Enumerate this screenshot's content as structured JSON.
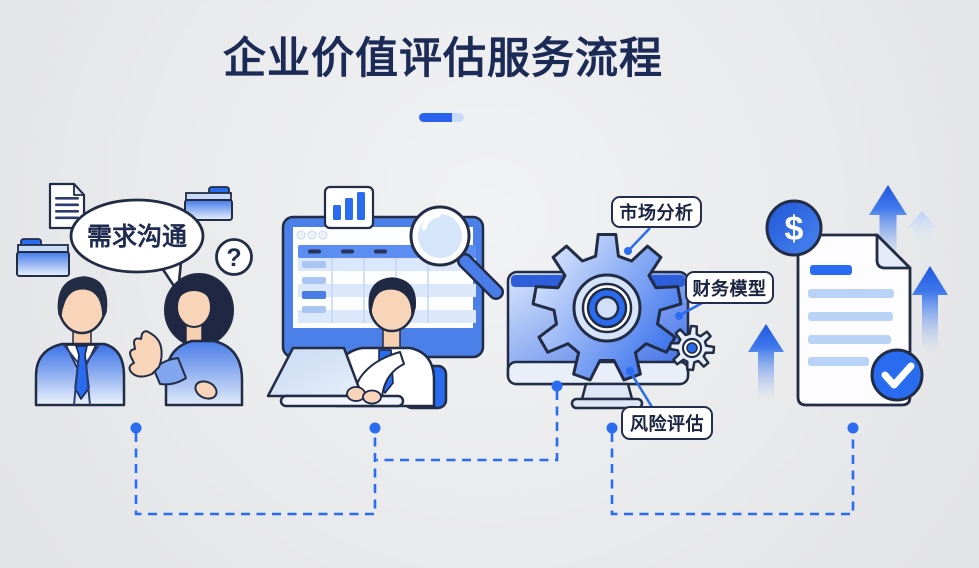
{
  "title": {
    "text": "企业价值评估服务流程"
  },
  "steps": {
    "communication": {
      "bubble_label": "需求沟通",
      "question_mark": "?"
    },
    "analysis": {},
    "modeling": {
      "callout_market": "市场分析",
      "callout_finance": "财务模型",
      "callout_risk": "风险评估"
    },
    "report": {
      "currency_symbol": "$"
    }
  },
  "icons": {
    "speech-bubble-icon": "ellipse-with-tail",
    "question-mark-icon": "?",
    "document-icon": "page-with-folded-corner",
    "folder-icon": "folder",
    "bar-chart-icon": "three-rising-bars",
    "magnifier-icon": "magnifying-glass",
    "gear-icon": "cogwheel",
    "dollar-badge-icon": "$",
    "check-badge-icon": "checkmark",
    "growth-arrow-icon": "up-arrow"
  },
  "colors": {
    "background": "#e9eaec",
    "title_navy": "#1c2a56",
    "outline_navy": "#222c44",
    "accent_blue": "#2a6cf0",
    "medium_blue": "#4a7de8",
    "light_blue": "#cfe0f8",
    "divider_tail": "#c8dcf8"
  }
}
